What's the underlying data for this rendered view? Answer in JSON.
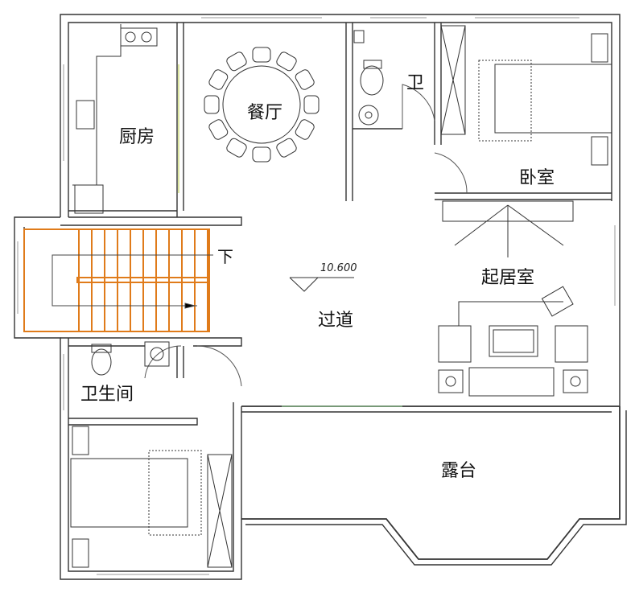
{
  "rooms": {
    "kitchen": "厨房",
    "dining": "餐厅",
    "bath_small": "卫",
    "bedroom_ne": "卧室",
    "living": "起居室",
    "corridor": "过道",
    "bathroom": "卫生间",
    "terrace": "露台"
  },
  "stair": {
    "down_label": "下"
  },
  "elevation": "10.600",
  "colors": {
    "wall": "#333333",
    "stair": "#e07b1a",
    "window": "#999999"
  }
}
